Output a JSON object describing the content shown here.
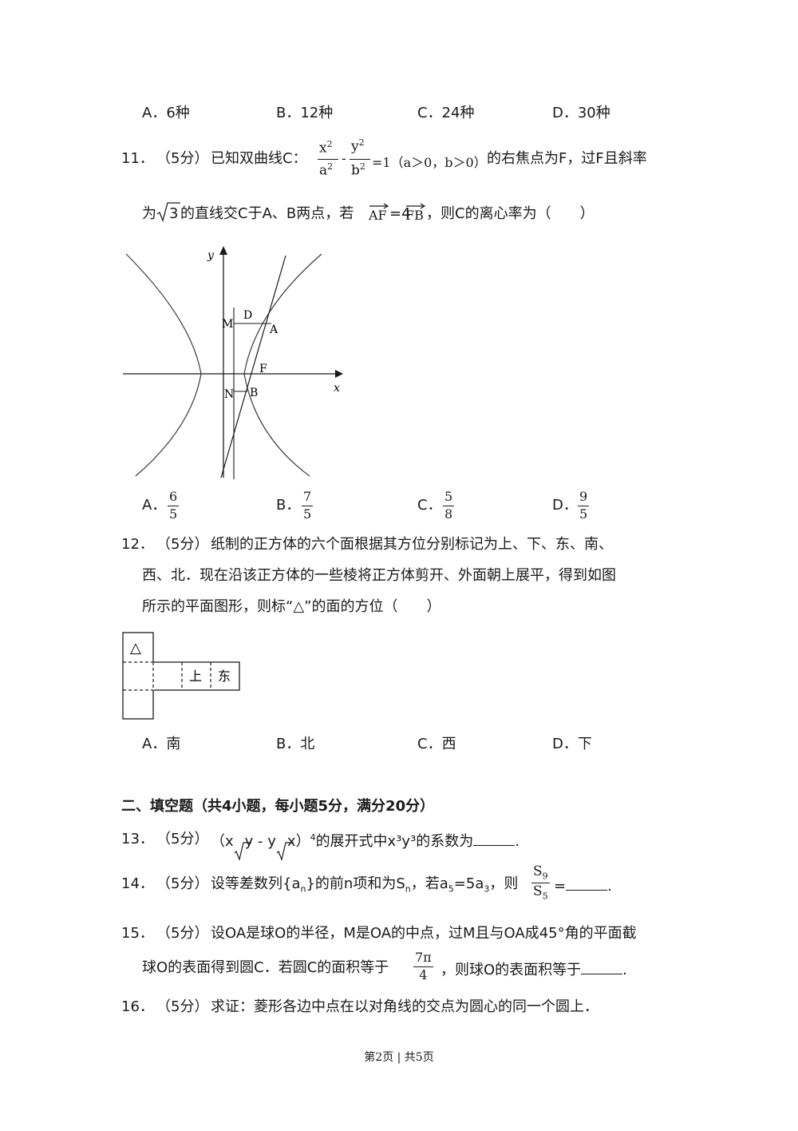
{
  "q10": {
    "options": [
      "A．6种",
      "B．12种",
      "C．24种",
      "D．30种"
    ]
  },
  "q11": {
    "number": "11．",
    "score": "（5分）",
    "text_before": "已知双曲线C：",
    "eq_x": "x",
    "eq_a": "a",
    "eq_y": "y",
    "eq_b": "b",
    "exp": "2",
    "eq_minus": "-",
    "eq_rest": "=1（a＞0，b＞0）",
    "text_after": "的右焦点为F，过F且斜率",
    "line2_a": "为",
    "sqrt3": "3",
    "line2_b": "的直线交C于A、B两点，若",
    "vec_af": "AF",
    "eq4": "=4",
    "vec_fb": "FB",
    "line2_c": "，则C的离心率为（　　）",
    "figure_labels": {
      "y": "y",
      "x": "x",
      "M": "M",
      "D": "D",
      "A": "A",
      "F": "F",
      "N": "N",
      "B": "B"
    },
    "options": [
      {
        "letter": "A．",
        "num": "6",
        "den": "5"
      },
      {
        "letter": "B．",
        "num": "7",
        "den": "5"
      },
      {
        "letter": "C．",
        "num": "5",
        "den": "8"
      },
      {
        "letter": "D．",
        "num": "9",
        "den": "5"
      }
    ]
  },
  "q12": {
    "number": "12．",
    "score": "（5分）",
    "line1": "纸制的正方体的六个面根据其方位分别标记为上、下、东、南、",
    "line2": "西、北．现在沿该正方体的一些棱将正方体剪开、外面朝上展平，得到如图",
    "line3": "所示的平面图形，则标“△”的面的方位（　　）",
    "net_labels": {
      "triangle": "△",
      "up": "上",
      "east": "东"
    },
    "options": [
      "A．南",
      "B．北",
      "C．西",
      "D．下"
    ]
  },
  "section2": {
    "title": "二、填空题（共4小题，每小题5分，满分20分）"
  },
  "q13": {
    "number": "13．",
    "score": "（5分）",
    "open": "（x",
    "sqrt_y": "y",
    "mid": " - y",
    "sqrt_x": "x",
    "close": "）",
    "power": "4",
    "text": "的展开式中x³y³的系数为",
    "end": "."
  },
  "q14": {
    "number": "14．",
    "score": "（5分）",
    "text_a": "设等差数列{a",
    "sub_n": "n",
    "text_b": "}的前n项和为S",
    "text_c": "，若a",
    "sub_5": "5",
    "text_d": "=5a",
    "sub_3": "3",
    "text_e": "，则",
    "frac_num": "S",
    "frac_num_sub": "9",
    "frac_den": "S",
    "frac_den_sub": "5",
    "eq": "=",
    "end": "."
  },
  "q15": {
    "number": "15．",
    "score": "（5分）",
    "line1": "设OA是球O的半径，M是OA的中点，过M且与OA成45°角的平面截",
    "line2_a": "球O的表面得到圆C．若圆C的面积等于",
    "frac_num": "7π",
    "frac_den": "4",
    "line2_b": "，则球O的表面积等于",
    "end": "."
  },
  "q16": {
    "number": "16．",
    "score": "（5分）",
    "text": "求证：菱形各边中点在以对角线的交点为圆心的同一个圆上．"
  },
  "footer": {
    "text": "第2页 | 共5页"
  }
}
